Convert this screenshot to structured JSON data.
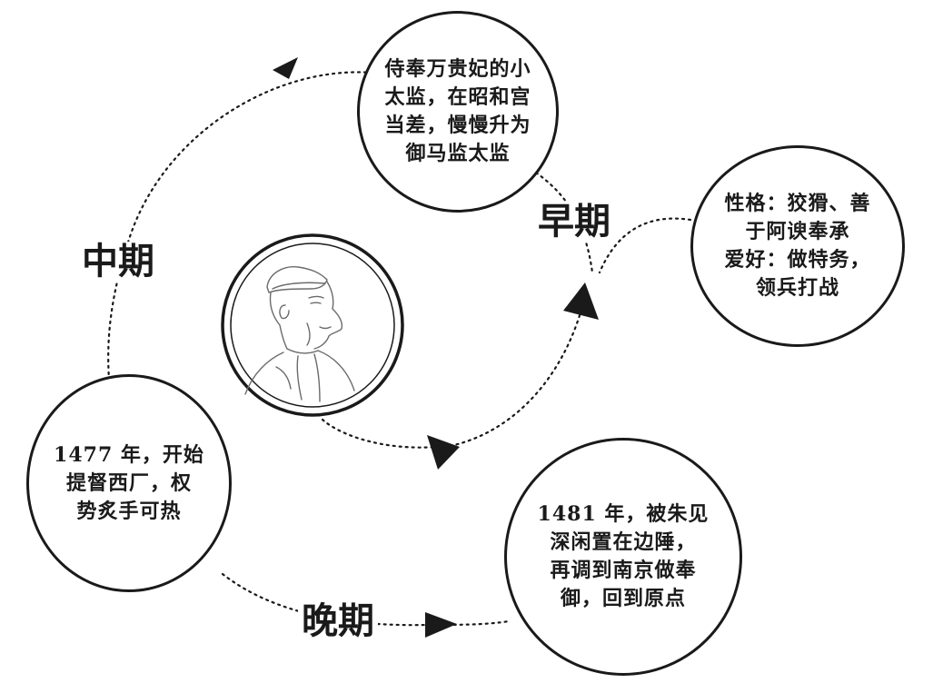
{
  "colors": {
    "ink": "#1a1a1a",
    "background": "#ffffff"
  },
  "phases": {
    "early": "早期",
    "middle": "中期",
    "late": "晚期"
  },
  "nodes": {
    "early_role": {
      "lines": [
        "侍奉万贵妃的小",
        "太监，在昭和宫",
        "当差，慢慢升为",
        "御马监太监"
      ]
    },
    "traits": {
      "lines": [
        "性格：狡猾、善",
        "于阿谀奉承",
        "爱好：做特务，",
        "领兵打战"
      ]
    },
    "middle_power": {
      "lines": [
        "1477 年，开始",
        "提督西厂，权",
        "势炙手可热"
      ]
    },
    "late_exile": {
      "lines": [
        "1481 年，被朱见",
        "深闲置在边陲，",
        "再调到南京做奉",
        "御，回到原点"
      ]
    }
  },
  "portrait": {
    "icon": "eunuch-portrait-icon"
  }
}
